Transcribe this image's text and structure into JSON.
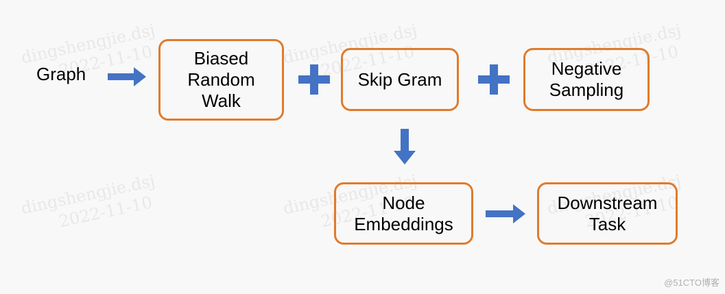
{
  "colors": {
    "box_border": "#e07b2c",
    "arrow": "#4472c4",
    "background": "#f8f8f8"
  },
  "watermark": {
    "line1": "dingshengjie.dsj",
    "line2": "2022-11-10"
  },
  "nodes": {
    "graph": "Graph",
    "biased_random_walk": [
      "Biased",
      "Random",
      "Walk"
    ],
    "skip_gram": "Skip Gram",
    "negative_sampling": [
      "Negative",
      "Sampling"
    ],
    "node_embeddings": [
      "Node",
      "Embeddings"
    ],
    "downstream_task": [
      "Downstream",
      "Task"
    ]
  },
  "operators": {
    "plus_1": "plus-icon",
    "plus_2": "plus-icon"
  },
  "credit": "@51CTO博客"
}
